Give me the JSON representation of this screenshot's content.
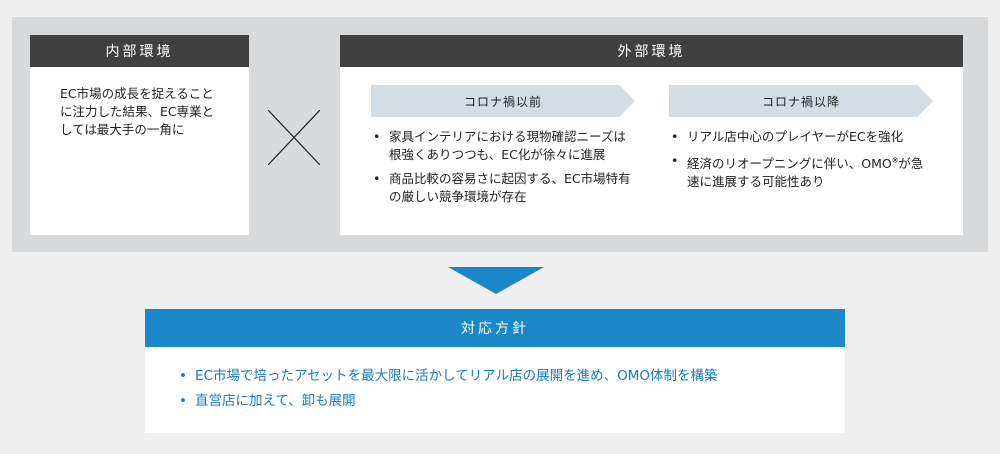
{
  "internal": {
    "title": "内部環境",
    "text": "EC市場の成長を捉えることに注力した結果、EC専業としては最大手の一角に"
  },
  "external": {
    "title": "外部環境",
    "before": {
      "label": "コロナ禍以前",
      "items": [
        "家具インテリアにおける現物確認ニーズは根強くありつつも、EC化が徐々に進展",
        "商品比較の容易さに起因する、EC市場特有の厳しい競争環境が存在"
      ]
    },
    "after": {
      "label": "コロナ禍以降",
      "item1": "リアル店中心のプレイヤーがECを強化",
      "item2_pre": "経済のリオープニングに伴い、OMO",
      "item2_sup": "※",
      "item2_post": "が急速に進展する可能性あり"
    }
  },
  "policy": {
    "title": "対応方針",
    "items": [
      "EC市場で培ったアセットを最大限に活かしてリアル店の展開を進め、OMO体制を構築",
      "直営店に加えて、卸も展開"
    ]
  },
  "colors": {
    "dark_header": "#404040",
    "blue": "#1a87c9",
    "chevron": "#d3dde3",
    "panel": "#d9dadc"
  }
}
